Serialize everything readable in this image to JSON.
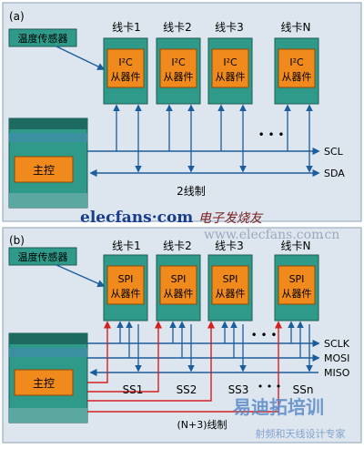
{
  "panel_a": {
    "label": "(a)",
    "sensor": "温度传感器",
    "cards": [
      {
        "title": "线卡1",
        "chip_line1": "I²C",
        "chip_line2": "从器件"
      },
      {
        "title": "线卡2",
        "chip_line1": "I²C",
        "chip_line2": "从器件"
      },
      {
        "title": "线卡3",
        "chip_line1": "I²C",
        "chip_line2": "从器件"
      },
      {
        "title": "线卡N",
        "chip_line1": "I²C",
        "chip_line2": "从器件"
      }
    ],
    "ellipsis": "• • •",
    "master": "主控",
    "bus_labels": [
      "SCL",
      "SDA"
    ],
    "caption": "2线制"
  },
  "panel_b": {
    "label": "(b)",
    "sensor": "温度传感器",
    "cards": [
      {
        "title": "线卡1",
        "chip_line1": "SPI",
        "chip_line2": "从器件"
      },
      {
        "title": "线卡2",
        "chip_line1": "SPI",
        "chip_line2": "从器件"
      },
      {
        "title": "线卡3",
        "chip_line1": "SPI",
        "chip_line2": "从器件"
      },
      {
        "title": "线卡N",
        "chip_line1": "SPI",
        "chip_line2": "从器件"
      }
    ],
    "ellipsis": "• • •",
    "master": "主控",
    "bus_labels": [
      "SCLK",
      "MOSI",
      "MISO"
    ],
    "select_labels": [
      "SS1",
      "SS2",
      "SS3",
      "• • •",
      "SSn"
    ],
    "caption": "(N+3)线制"
  },
  "watermarks": {
    "brand": "elecfans·com",
    "brand_cn": "电子发烧友",
    "site": "www.elecfans.com",
    "site_cn": ".cn",
    "training": "易迪拓培训",
    "training_sub": "射频和天线设计专家"
  },
  "colors": {
    "panel_bg": "#dde6ee",
    "card_fill": "#2f9a8a",
    "chip_fill": "#f08a1c",
    "line": "#1c5d9c",
    "select_line": "#d42020"
  }
}
